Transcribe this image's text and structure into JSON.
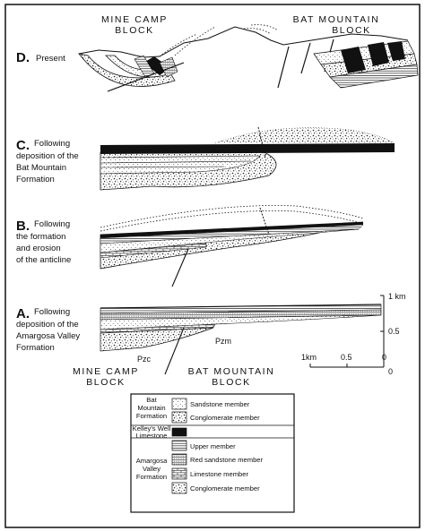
{
  "figure": {
    "block_labels": {
      "mine_camp": [
        "MINE CAMP",
        "BLOCK"
      ],
      "bat_mountain": [
        "BAT MOUNTAIN",
        "BLOCK"
      ]
    },
    "stages": [
      {
        "letter": "D.",
        "lines": [
          "Present"
        ]
      },
      {
        "letter": "C.",
        "lines": [
          "Following",
          "deposition of the",
          "Bat Mountain",
          "Formation"
        ]
      },
      {
        "letter": "B.",
        "lines": [
          "Following",
          "the formation",
          "and erosion",
          "of the anticline"
        ]
      },
      {
        "letter": "A.",
        "lines": [
          "Following",
          "deposition of the",
          "Amargosa Valley",
          "Formation"
        ]
      }
    ],
    "units": {
      "pzc": "Pzc",
      "pzm": "Pzm"
    },
    "scale": {
      "vertical_labels": [
        "1 km",
        "0.5",
        "0"
      ],
      "horizontal_labels": [
        "1km",
        "0.5",
        "0"
      ]
    },
    "legend": {
      "groups": [
        {
          "name": [
            "Bat",
            "Mountain",
            "Formation"
          ],
          "members": [
            "Sandstone member",
            "Conglomerate member"
          ]
        },
        {
          "name": [
            "Kelley's Well",
            "Limestone"
          ],
          "members": [
            ""
          ]
        },
        {
          "name": [
            "Amargosa",
            "Valley",
            "Formation"
          ],
          "members": [
            "Upper member",
            "Red sandstone member",
            "Limestone member",
            "Conglomerate member"
          ]
        }
      ]
    }
  }
}
